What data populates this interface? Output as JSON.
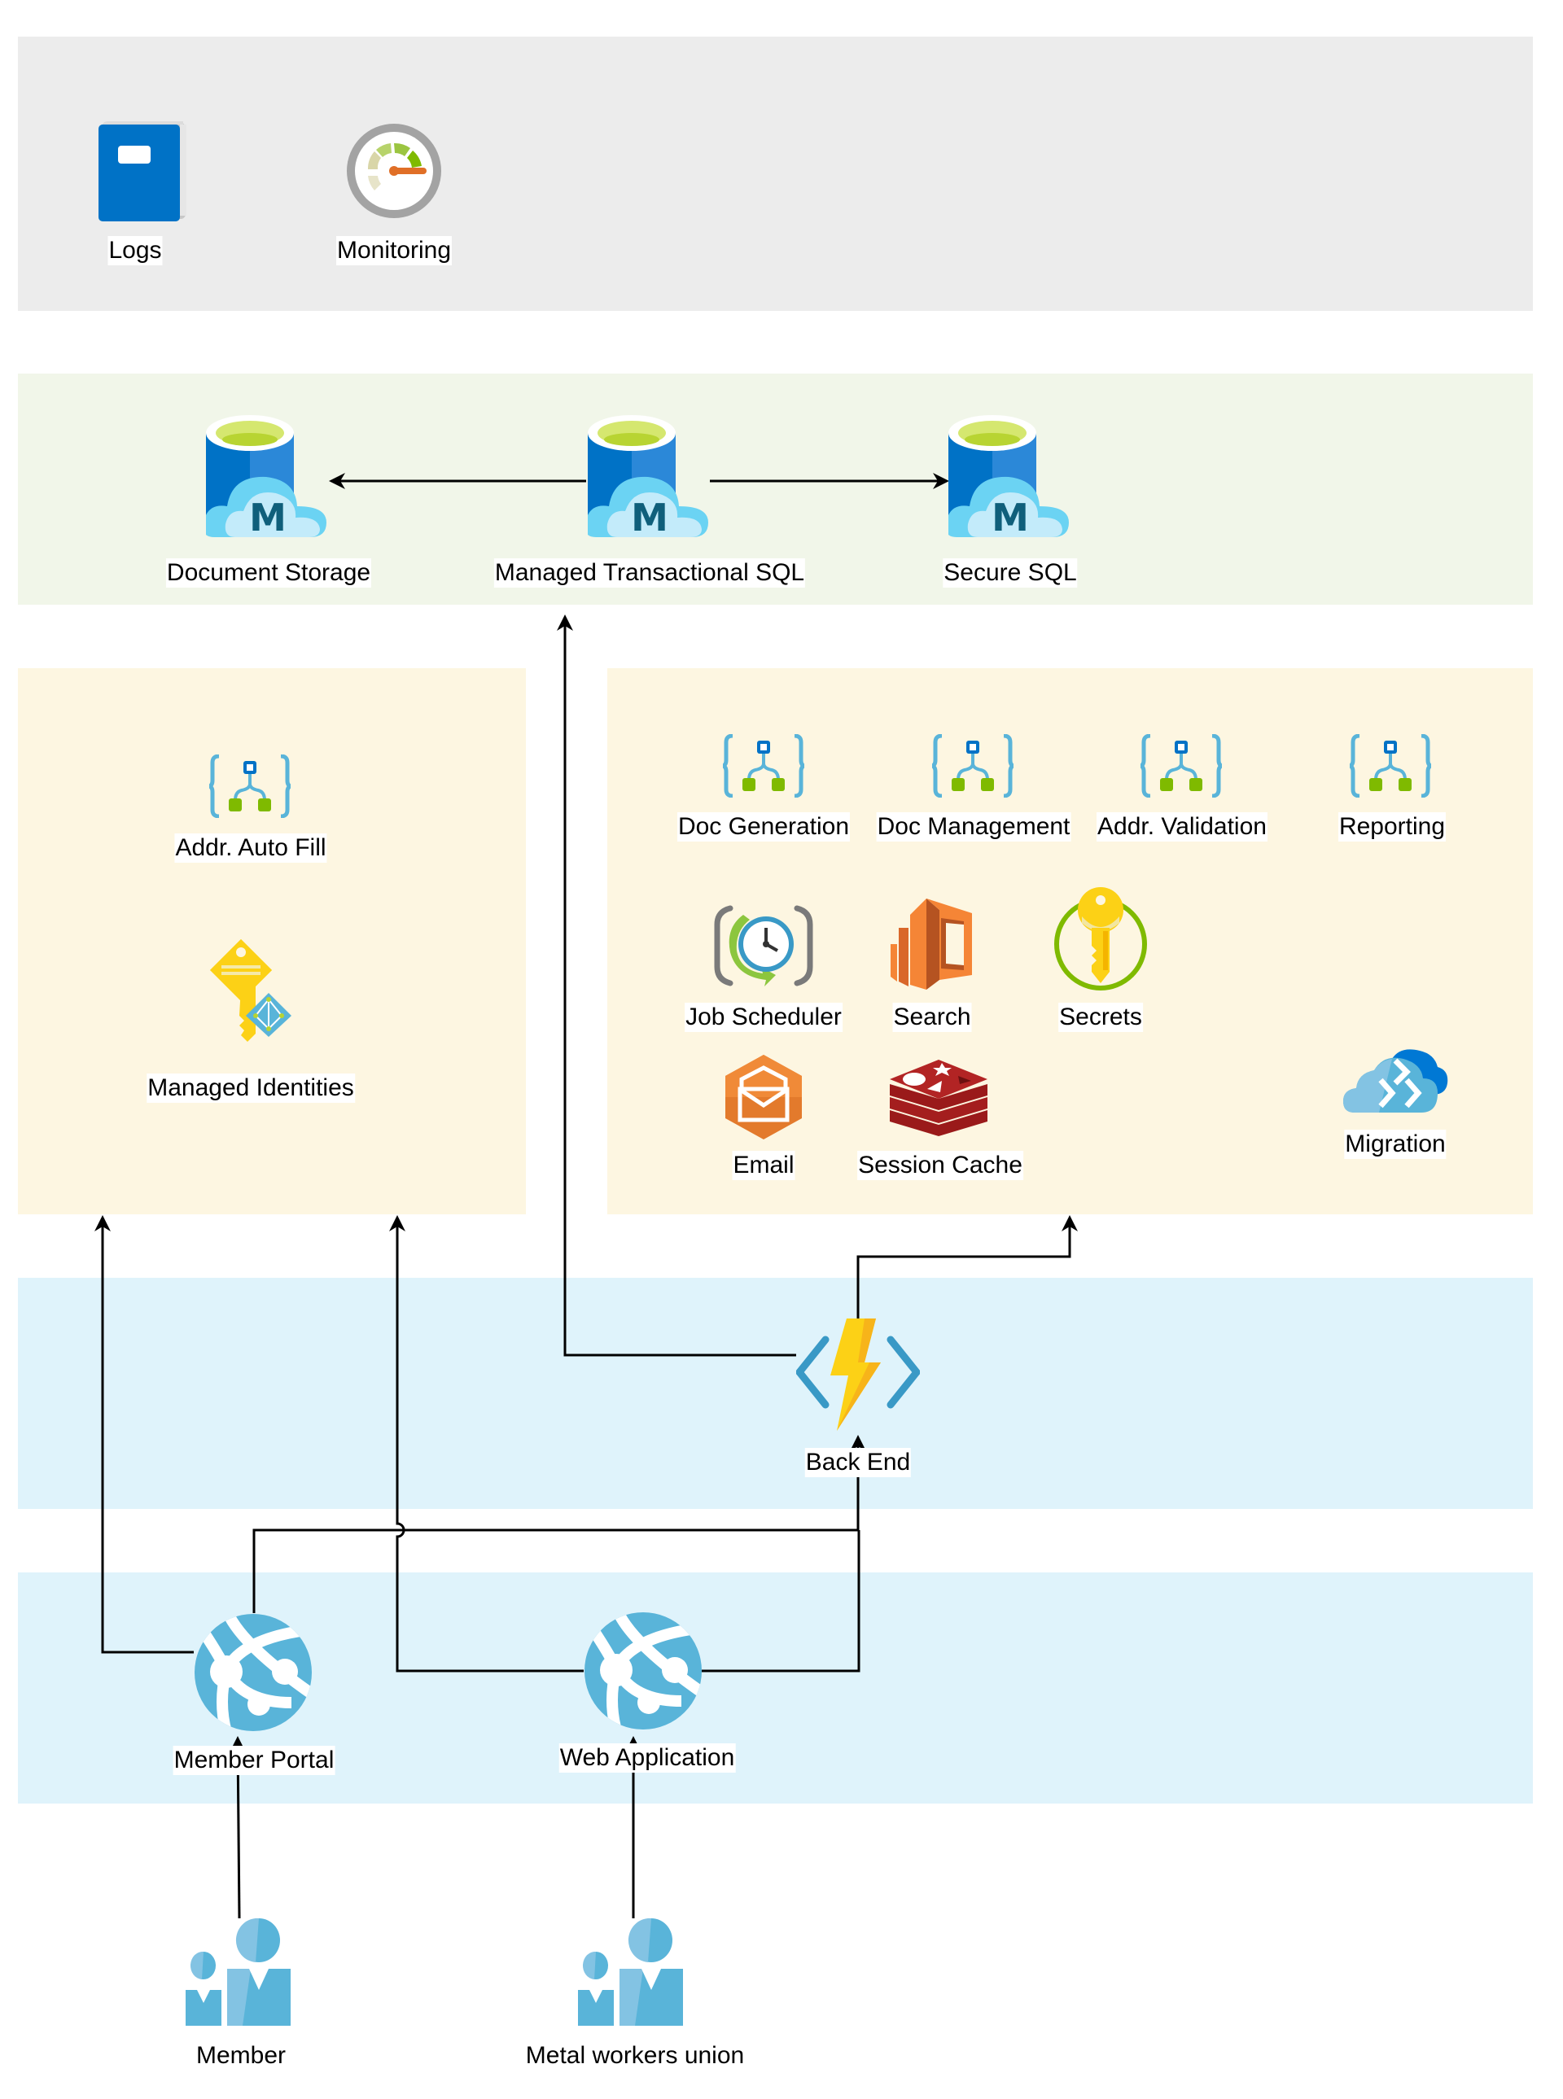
{
  "diagram": {
    "groups": [
      {
        "id": "observability",
        "color": "#ececec"
      },
      {
        "id": "data",
        "color": "#f1f6e9"
      },
      {
        "id": "shared-services",
        "color": "#fdf6e1"
      },
      {
        "id": "backend-services",
        "color": "#fdf6e1"
      },
      {
        "id": "backend",
        "color": "#dff3fb"
      },
      {
        "id": "frontend",
        "color": "#dff3fb"
      }
    ],
    "nodes": {
      "logs": {
        "label": "Logs",
        "icon": "book-icon"
      },
      "monitoring": {
        "label": "Monitoring",
        "icon": "gauge-icon"
      },
      "doc_storage": {
        "label": "Document Storage",
        "icon": "managed-database-icon"
      },
      "transactional_sql": {
        "label": "Managed Transactional SQL",
        "icon": "managed-database-icon"
      },
      "secure_sql": {
        "label": "Secure SQL",
        "icon": "managed-database-icon"
      },
      "addr_auto_fill": {
        "label": "Addr. Auto Fill",
        "icon": "logic-app-icon"
      },
      "managed_identities": {
        "label": "Managed Identities",
        "icon": "managed-identity-key-icon"
      },
      "doc_generation": {
        "label": "Doc Generation",
        "icon": "logic-app-icon"
      },
      "doc_management": {
        "label": "Doc Management",
        "icon": "logic-app-icon"
      },
      "addr_validation": {
        "label": "Addr. Validation",
        "icon": "logic-app-icon"
      },
      "reporting": {
        "label": "Reporting",
        "icon": "logic-app-icon"
      },
      "job_scheduler": {
        "label": "Job Scheduler",
        "icon": "scheduler-clock-icon"
      },
      "search": {
        "label": "Search",
        "icon": "elasticsearch-icon"
      },
      "secrets": {
        "label": "Secrets",
        "icon": "key-vault-icon"
      },
      "email": {
        "label": "Email",
        "icon": "email-service-icon"
      },
      "session_cache": {
        "label": "Session Cache",
        "icon": "redis-cache-icon"
      },
      "migration": {
        "label": "Migration",
        "icon": "cloud-migration-icon"
      },
      "back_end": {
        "label": "Back End",
        "icon": "function-app-icon"
      },
      "member_portal": {
        "label": "Member Portal",
        "icon": "app-service-icon"
      },
      "web_application": {
        "label": "Web Application",
        "icon": "app-service-icon"
      },
      "member": {
        "label": "Member",
        "icon": "users-icon"
      },
      "metal_workers_union": {
        "label": "Metal workers union",
        "icon": "users-icon"
      }
    },
    "edges": [
      {
        "from": "transactional_sql",
        "to": "doc_storage"
      },
      {
        "from": "transactional_sql",
        "to": "secure_sql"
      },
      {
        "from": "back_end",
        "to": "transactional_sql"
      },
      {
        "from": "back_end",
        "to": "backend-services"
      },
      {
        "from": "member_portal",
        "to": "shared-services"
      },
      {
        "from": "member_portal",
        "to": "back_end"
      },
      {
        "from": "web_application",
        "to": "shared-services"
      },
      {
        "from": "web_application",
        "to": "back_end"
      },
      {
        "from": "member",
        "to": "member_portal"
      },
      {
        "from": "metal_workers_union",
        "to": "web_application"
      }
    ]
  }
}
